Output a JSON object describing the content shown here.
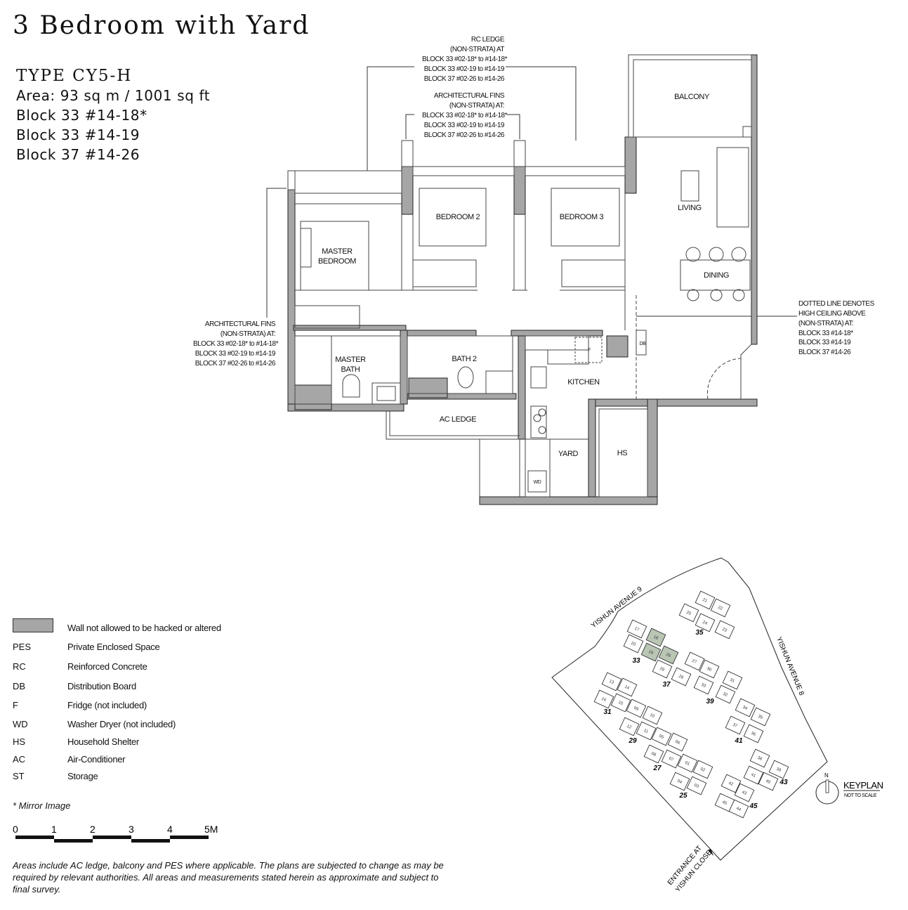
{
  "header": {
    "title": "3 Bedroom with Yard",
    "type": "TYPE CY5-H",
    "area": "Area: 93 sq m / 1001 sq ft",
    "units": [
      "Block 33 #14-18*",
      "Block 33 #14-19",
      "Block 37 #14-26"
    ]
  },
  "plan": {
    "rooms": {
      "balcony": "BALCONY",
      "living": "LIVING",
      "dining": "DINING",
      "bedroom2": "BEDROOM 2",
      "bedroom3": "BEDROOM 3",
      "master_bedroom": [
        "MASTER",
        "BEDROOM"
      ],
      "master_bath": [
        "MASTER",
        "BATH"
      ],
      "bath2": "BATH 2",
      "kitchen": "KITCHEN",
      "yard": "YARD",
      "hs": "HS",
      "ac_ledge": "AC LEDGE",
      "db": "DB",
      "f": "F",
      "wd": "WD"
    },
    "annotations": {
      "rc_ledge": [
        "RC LEDGE",
        "(NON-STRATA) AT",
        "BLOCK 33 #02-18* to #14-18*",
        "BLOCK 33 #02-19  to #14-19",
        "BLOCK 37 #02-26  to #14-26"
      ],
      "fins_top": [
        "ARCHITECTURAL FINS",
        "(NON-STRATA) AT:",
        "BLOCK 33 #02-18* to #14-18*",
        "BLOCK 33 #02-19  to #14-19",
        "BLOCK 37 #02-26  to #14-26"
      ],
      "fins_left": [
        "ARCHITECTURAL FINS",
        "(NON-STRATA) AT:",
        "BLOCK 33 #02-18* to #14-18*",
        "BLOCK 33 #02-19  to #14-19",
        "BLOCK 37 #02-26  to #14-26"
      ],
      "dotted": [
        "DOTTED LINE DENOTES",
        "HIGH CEILING ABOVE",
        "(NON-STRATA) AT:",
        "BLOCK 33 #14-18*",
        "BLOCK 33 #14-19",
        "BLOCK 37 #14-26"
      ]
    }
  },
  "legend": {
    "wall": "Wall not allowed to be hacked or altered",
    "items": [
      {
        "abbr": "PES",
        "desc": "Private Enclosed Space"
      },
      {
        "abbr": "RC",
        "desc": "Reinforced Concrete"
      },
      {
        "abbr": "DB",
        "desc": "Distribution Board"
      },
      {
        "abbr": "F",
        "desc": "Fridge (not included)"
      },
      {
        "abbr": "WD",
        "desc": "Washer Dryer (not included)"
      },
      {
        "abbr": "HS",
        "desc": "Household Shelter"
      },
      {
        "abbr": "AC",
        "desc": "Air-Conditioner"
      },
      {
        "abbr": "ST",
        "desc": "Storage"
      }
    ]
  },
  "mirror_note": "* Mirror Image",
  "scale_labels": [
    "0",
    "1",
    "2",
    "3",
    "4",
    "5M"
  ],
  "disclaimer": "Areas include AC ledge, balcony and PES where applicable. The plans are subjected to change as may be required by relevant authorities. All areas and measurements stated herein as approximate and subject to final survey.",
  "keyplan": {
    "title": "KEYPLAN",
    "subtitle": "NOT TO SCALE",
    "north": "N",
    "roads": {
      "avenue9": "YISHUN AVENUE 9",
      "avenue8": "YISHUN AVENUE 8",
      "entrance": [
        "ENTRANCE AT",
        "YISHUN CLOSE"
      ]
    },
    "highlight_color": "#b9c6b4",
    "highlighted_units": [
      "18",
      "19",
      "26"
    ],
    "blocks": [
      "35",
      "33",
      "37",
      "39",
      "31",
      "29",
      "27",
      "25",
      "41",
      "43",
      "45"
    ],
    "units": [
      "21",
      "22",
      "25",
      "24",
      "23",
      "17",
      "20",
      "18",
      "19",
      "26",
      "27",
      "29",
      "28",
      "30",
      "33",
      "31",
      "32",
      "13",
      "14",
      "16",
      "15",
      "09",
      "10",
      "12",
      "11",
      "05",
      "06",
      "08",
      "07",
      "01",
      "02",
      "04",
      "03",
      "34",
      "35",
      "37",
      "36",
      "38",
      "39",
      "41",
      "40",
      "42",
      "43",
      "45",
      "44"
    ]
  }
}
